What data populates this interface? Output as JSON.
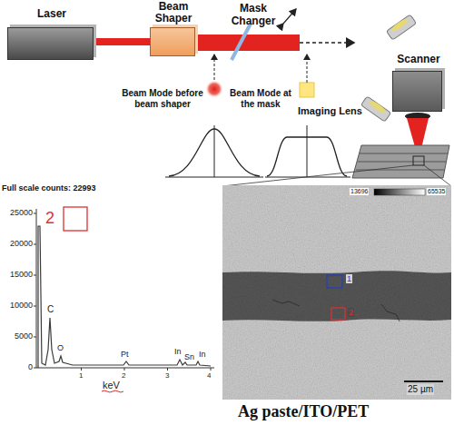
{
  "diagram": {
    "nodes": [
      {
        "text": [
          "Laser"
        ]
      },
      {
        "text": [
          "Beam Shaper"
        ]
      },
      {
        "text": [
          "Scanner"
        ]
      }
    ],
    "edges": [
      {
        "from": 0,
        "to": 1,
        "arrow": "none"
      }
    ],
    "labels": [
      "Mask Changer",
      "Beam Mode before beam shaper",
      "Beam Mode at the mask",
      "Imaging Lens",
      "Full scale counts: 22993",
      "2",
      "25000",
      "20000",
      "15000",
      "10000",
      "5000",
      "0",
      "C",
      "O",
      "Pt",
      "In",
      "Sn",
      "In",
      "1",
      "2",
      "3",
      "4",
      "keV",
      "13696",
      "65535",
      "1",
      "2",
      "25 µm",
      "Ag paste/ITO/PET"
    ]
  }
}
